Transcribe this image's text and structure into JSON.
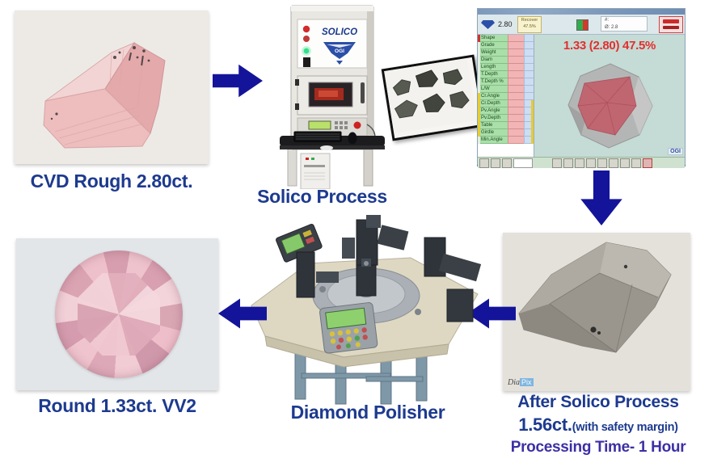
{
  "captions": {
    "cvd_rough": "CVD Rough 2.80ct.",
    "solico_process": "Solico Process",
    "diamond_polisher": "Diamond Polisher",
    "round_result": "Round 1.33ct. VV2",
    "after_line1": "After Solico Process",
    "after_weight": "1.56ct.",
    "after_note": "(with safety margin)",
    "after_time": "Processing Time- 1 Hour"
  },
  "machine": {
    "brand": "SOLICO",
    "logo_text": "OGI"
  },
  "software": {
    "headline": "1.33 (2.80) 47.5%",
    "toolbar": {
      "weight": "2.80",
      "recovery_label": "Recover",
      "recovery_value": "47.5%",
      "stone_id": "#:",
      "diameter": "Ø: 2.8"
    },
    "brand_watermark": "OGI",
    "param_labels": [
      "Shape",
      "Grade",
      "Weight",
      "Diam",
      "Length",
      "T.Depth",
      "T.Depth %",
      "L/W",
      "Cr.Angle",
      "Cr.Depth",
      "Pv.Angle",
      "Pv.Depth",
      "Table",
      "Girdle",
      "Min.Angle"
    ]
  },
  "photo_watermark": {
    "dia": "Dia",
    "pix": "Pix"
  },
  "colors": {
    "arrow": "#14149a",
    "caption_navy": "#1d3a8f",
    "caption_violet": "#3d2fa5",
    "headline_red": "#e12f2f"
  }
}
